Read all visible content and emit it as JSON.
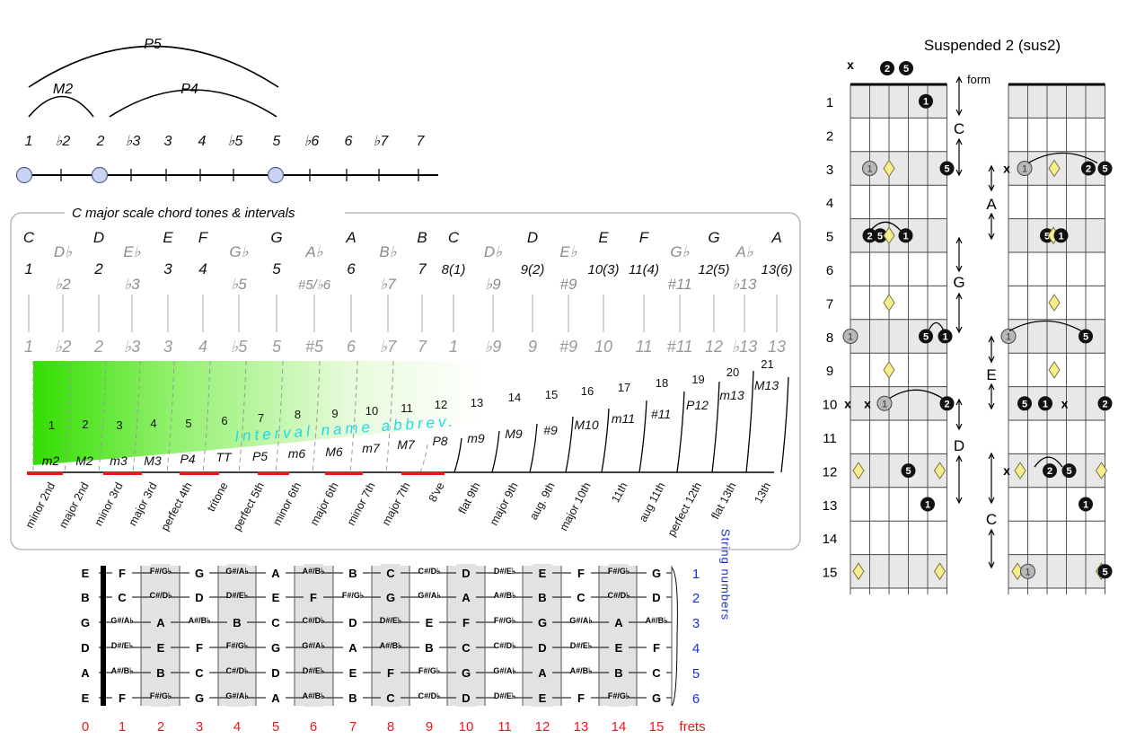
{
  "intervals_top": {
    "arc_labels": [
      "P5",
      "M2",
      "P4"
    ],
    "degrees": [
      "1",
      "♭2",
      "2",
      "♭3",
      "3",
      "4",
      "♭5",
      "5",
      "♭6",
      "6",
      "♭7",
      "7"
    ]
  },
  "scale_panel": {
    "title": "C major scale chord tones & intervals",
    "notes": [
      {
        "name": "C",
        "gray": false
      },
      {
        "name": "D♭",
        "gray": true
      },
      {
        "name": "D",
        "gray": false
      },
      {
        "name": "E♭",
        "gray": true
      },
      {
        "name": "E",
        "gray": false
      },
      {
        "name": "F",
        "gray": false
      },
      {
        "name": "G♭",
        "gray": true
      },
      {
        "name": "G",
        "gray": false
      },
      {
        "name": "A♭",
        "gray": true
      },
      {
        "name": "A",
        "gray": false
      },
      {
        "name": "B♭",
        "gray": true
      },
      {
        "name": "B",
        "gray": false
      },
      {
        "name": "C",
        "gray": false
      },
      {
        "name": "D♭",
        "gray": true
      },
      {
        "name": "D",
        "gray": false
      },
      {
        "name": "E♭",
        "gray": true
      },
      {
        "name": "E",
        "gray": false
      },
      {
        "name": "F",
        "gray": false
      },
      {
        "name": "G♭",
        "gray": true
      },
      {
        "name": "G",
        "gray": false
      },
      {
        "name": "A♭",
        "gray": true
      },
      {
        "name": "A",
        "gray": false
      }
    ],
    "degrees": [
      {
        "t": "1",
        "gray": false
      },
      {
        "t": "♭2",
        "gray": true
      },
      {
        "t": "2",
        "gray": false
      },
      {
        "t": "♭3",
        "gray": true
      },
      {
        "t": "3",
        "gray": false
      },
      {
        "t": "4",
        "gray": false
      },
      {
        "t": "♭5",
        "gray": true
      },
      {
        "t": "5",
        "gray": false
      },
      {
        "t": "#5/♭6",
        "gray": true
      },
      {
        "t": "6",
        "gray": false
      },
      {
        "t": "♭7",
        "gray": true
      },
      {
        "t": "7",
        "gray": false
      },
      {
        "t": "8(1)",
        "gray": false
      },
      {
        "t": "♭9",
        "gray": true
      },
      {
        "t": "9(2)",
        "gray": false
      },
      {
        "t": "#9",
        "gray": true
      },
      {
        "t": "10(3)",
        "gray": false
      },
      {
        "t": "11(4)",
        "gray": false
      },
      {
        "t": "#11",
        "gray": true
      },
      {
        "t": "12(5)",
        "gray": false
      },
      {
        "t": "♭13",
        "gray": true
      },
      {
        "t": "13(6)",
        "gray": false
      }
    ],
    "semitone_degrees": [
      "1",
      "♭2",
      "2",
      "♭3",
      "3",
      "4",
      "♭5",
      "5",
      "#5",
      "6",
      "♭7",
      "7",
      "1",
      "♭9",
      "9",
      "#9",
      "10",
      "11",
      "#11",
      "12",
      "♭13",
      "13"
    ],
    "semitone_numbers": [
      "1",
      "2",
      "3",
      "4",
      "5",
      "6",
      "7",
      "8",
      "9",
      "10",
      "11",
      "12",
      "13",
      "14",
      "15",
      "16",
      "17",
      "18",
      "19",
      "20",
      "21"
    ],
    "abbrevs": [
      "m2",
      "M2",
      "m3",
      "M3",
      "P4",
      "TT",
      "P5",
      "m6",
      "M6",
      "m7",
      "M7",
      "P8",
      "m9",
      "M9",
      "#9",
      "M10",
      "m11",
      "#11",
      "P12",
      "m13",
      "M13"
    ],
    "abbrev_banner": "Interval name abbrev.",
    "names": [
      "minor 2nd",
      "major 2nd",
      "minor 3rd",
      "major 3rd",
      "perfect 4th",
      "tritone",
      "perfect 5th",
      "minor 6th",
      "major 6th",
      "minor 7th",
      "major 7th",
      "8've",
      "flat 9th",
      "major 9th",
      "aug. 9th",
      "major 10th",
      "11th",
      "aug 11th",
      "perfect 12th",
      "flat 13th",
      "13th"
    ]
  },
  "fretboard": {
    "open_strings": [
      "E",
      "B",
      "G",
      "D",
      "A",
      "E"
    ],
    "rows": [
      [
        "F",
        "F#/G♭",
        "G",
        "G#/A♭",
        "A",
        "A#/B♭",
        "B",
        "C",
        "C#/D♭",
        "D",
        "D#/E♭",
        "E",
        "F",
        "F#/G♭",
        "G"
      ],
      [
        "C",
        "C#/D♭",
        "D",
        "D#/E♭",
        "E",
        "F",
        "F#/G♭",
        "G",
        "G#/A♭",
        "A",
        "A#/B♭",
        "B",
        "C",
        "C#/D♭",
        "D"
      ],
      [
        "G#/A♭",
        "A",
        "A#/B♭",
        "B",
        "C",
        "C#/D♭",
        "D",
        "D#/E♭",
        "E",
        "F",
        "F#/G♭",
        "G",
        "G#/A♭",
        "A",
        "A#/B♭"
      ],
      [
        "D#/E♭",
        "E",
        "F",
        "F#/G♭",
        "G",
        "G#/A♭",
        "A",
        "A#/B♭",
        "B",
        "C",
        "C#/D♭",
        "D",
        "D#/E♭",
        "E",
        "F"
      ],
      [
        "A#/B♭",
        "B",
        "C",
        "C#/D♭",
        "D",
        "D#/E♭",
        "E",
        "F",
        "F#/G♭",
        "G",
        "G#/A♭",
        "A",
        "A#/B♭",
        "B",
        "C"
      ],
      [
        "F",
        "F#/G♭",
        "G",
        "G#/A♭",
        "A",
        "A#/B♭",
        "B",
        "C",
        "C#/D♭",
        "D",
        "D#/E♭",
        "E",
        "F",
        "F#/G♭",
        "G"
      ]
    ],
    "string_numbers": [
      "1",
      "2",
      "3",
      "4",
      "5",
      "6"
    ],
    "string_label": "String numbers",
    "fret_numbers": [
      "0",
      "1",
      "2",
      "3",
      "4",
      "5",
      "6",
      "7",
      "8",
      "9",
      "10",
      "11",
      "12",
      "13",
      "14",
      "15"
    ],
    "frets_label": "frets",
    "colors": {
      "red": "#e8191c",
      "blue": "#1a2ed8"
    }
  },
  "chord_chart": {
    "title": "Suspended 2 (sus2)",
    "form_label": "form",
    "fret_numbers": [
      "1",
      "2",
      "3",
      "4",
      "5",
      "6",
      "7",
      "8",
      "9",
      "10",
      "11",
      "12",
      "13",
      "14",
      "15"
    ],
    "left_forms": [
      "C",
      "G",
      "D"
    ],
    "right_forms": [
      "A",
      "E",
      "C"
    ],
    "muted": "x",
    "dot_labels": {
      "root": "1",
      "second": "2",
      "fifth": "5"
    }
  }
}
